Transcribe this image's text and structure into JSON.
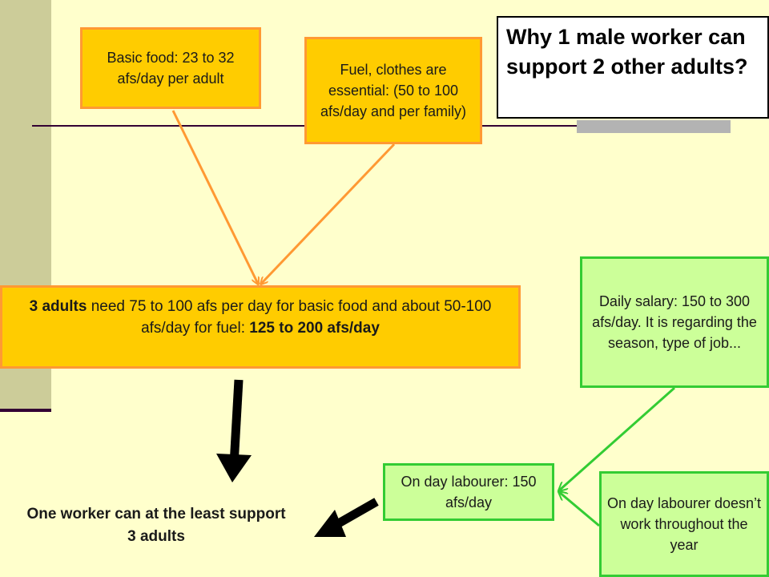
{
  "title": "Why 1 male worker can support 2 other adults?",
  "boxes": {
    "basic_food": "Basic food: 23 to 32 afs/day per adult",
    "fuel_clothes": "Fuel, clothes are essential: (50 to 100 afs/day and per family)",
    "needs": {
      "lead_bold": "3 adults",
      "middle": " need 75 to 100 afs per day for basic food and about 50-100 afs/day for fuel: ",
      "total_bold": "125 to 200 afs/day"
    },
    "daily_salary": "Daily salary: 150 to 300 afs/day. It is regarding the season, type of job...",
    "day_labourer": "On day labourer: 150 afs/day",
    "not_year_round": "On day labourer doesn’t work throughout the year"
  },
  "conclusion": "One worker can at the least support 3 adults",
  "colors": {
    "background": "#ffffcc",
    "orange_fill": "#ffcc00",
    "orange_border": "#ff9933",
    "green_fill": "#ccff99",
    "green_border": "#33cc33",
    "sidebar": "#cccc99",
    "rule": "#330033"
  }
}
